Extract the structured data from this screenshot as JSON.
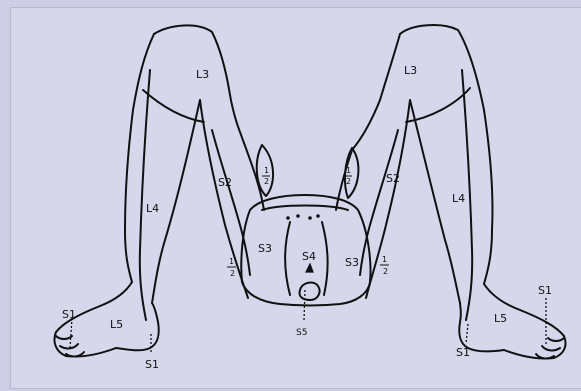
{
  "labels": {
    "l3_left": "L3",
    "l3_right": "L3",
    "l4_left": "L4",
    "l4_right": "L4",
    "l5_left": "L5",
    "l5_right": "L5",
    "s2_left": "S2",
    "s2_right": "S2",
    "s3_left": "S3",
    "s3_right": "S3",
    "s4": "S4",
    "s5": "S5",
    "s1_left_toe": "S1",
    "s1_left_heel": "S1",
    "s1_right_toe": "S1",
    "s1_right_heel": "S1",
    "half_num": "1",
    "half_den": "2"
  },
  "colors": {
    "background": "#cdcee4",
    "line": "#111111"
  }
}
